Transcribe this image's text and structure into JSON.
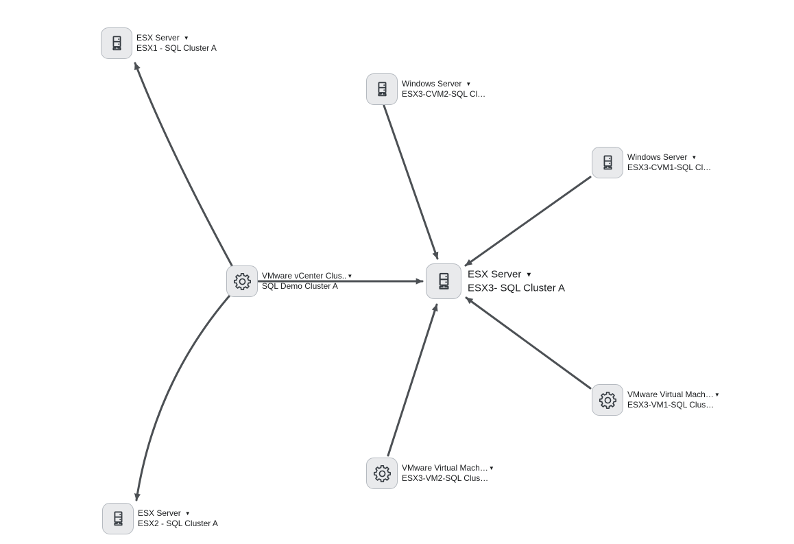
{
  "diagram": {
    "background_color": "#ffffff",
    "edge_color": "#4c5054",
    "node_fill_color": "#e9eaec",
    "node_border_color": "#b5bac0",
    "icon_stroke_color": "#343a40",
    "text_color": "#1b1d1f"
  },
  "icons": {
    "caret": "▼"
  },
  "nodes": [
    {
      "id": "esx1",
      "icon": "server-icon",
      "type": "ESX Server",
      "name": "ESX1 - SQL Cluster A"
    },
    {
      "id": "cvm2",
      "icon": "server-icon",
      "type": "Windows Server",
      "name": "ESX3-CVM2-SQL Cl…"
    },
    {
      "id": "cvm1",
      "icon": "server-icon",
      "type": "Windows Server",
      "name": "ESX3-CVM1-SQL Cl…"
    },
    {
      "id": "vcenter",
      "icon": "gear-icon",
      "type": "VMware vCenter Clus..",
      "name": "SQL Demo Cluster A"
    },
    {
      "id": "esx3",
      "icon": "server-icon",
      "type": "ESX Server",
      "name": "ESX3- SQL Cluster A"
    },
    {
      "id": "vm1",
      "icon": "gear-icon",
      "type": "VMware Virtual Mach…",
      "name": "ESX3-VM1-SQL Clus…"
    },
    {
      "id": "vm2",
      "icon": "gear-icon",
      "type": "VMware Virtual Mach…",
      "name": "ESX3-VM2-SQL Clus…"
    },
    {
      "id": "esx2",
      "icon": "server-icon",
      "type": "ESX Server",
      "name": "ESX2 - SQL Cluster A"
    }
  ],
  "edges": [
    {
      "from": "SQL Demo Cluster A",
      "to": "ESX1 - SQL Cluster A",
      "style": "curved"
    },
    {
      "from": "SQL Demo Cluster A",
      "to": "ESX2 - SQL Cluster A",
      "style": "curved"
    },
    {
      "from": "SQL Demo Cluster A",
      "to": "ESX3- SQL Cluster A",
      "style": "straight"
    },
    {
      "from": "ESX3-CVM2-SQL Cl…",
      "to": "ESX3- SQL Cluster A",
      "style": "straight"
    },
    {
      "from": "ESX3-CVM1-SQL Cl…",
      "to": "ESX3- SQL Cluster A",
      "style": "straight"
    },
    {
      "from": "ESX3-VM1-SQL Clus…",
      "to": "ESX3- SQL Cluster A",
      "style": "straight"
    },
    {
      "from": "ESX3-VM2-SQL Clus…",
      "to": "ESX3- SQL Cluster A",
      "style": "straight"
    }
  ]
}
